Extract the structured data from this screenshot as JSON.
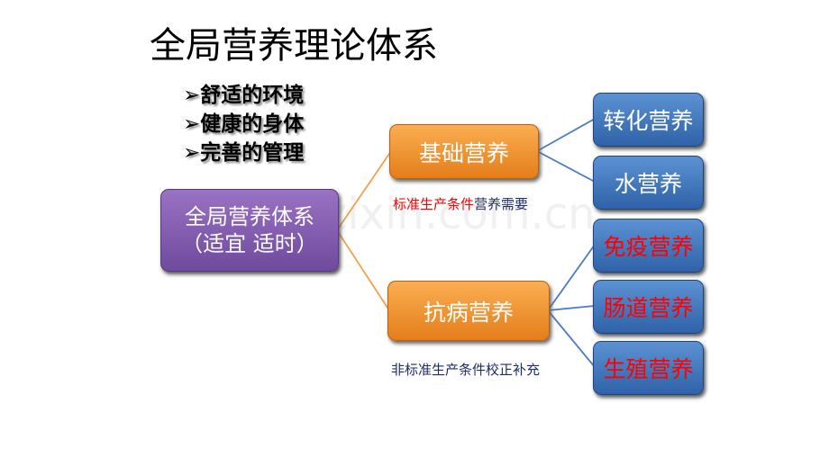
{
  "title": "全局营养理论体系",
  "bullets": [
    "舒适的环境",
    "健康的身体",
    "完善的管理"
  ],
  "bullet_marker": "➢",
  "root": {
    "line1": "全局营养体系",
    "line2": "（适宜  适时）"
  },
  "basic": {
    "label": "基础营养",
    "caption_red": "标准生产条件",
    "caption_blue": "营养需要",
    "children": [
      "转化营养",
      "水营养"
    ]
  },
  "disease": {
    "label": "抗病营养",
    "caption": "非标准生产条件校正补充",
    "children": [
      "免疫营养",
      "肠道营养",
      "生殖营养"
    ]
  },
  "watermark": "zixin.com.cn",
  "colors": {
    "orange_line": "#f5a04a",
    "blue_line": "#4a7cc0",
    "red_text": "#ff0000"
  }
}
